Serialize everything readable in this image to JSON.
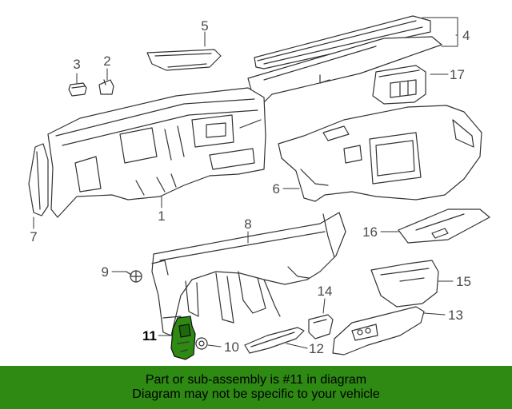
{
  "diagram": {
    "highlight_color": "#2e8a13",
    "callouts": [
      {
        "id": "1",
        "label": "1"
      },
      {
        "id": "2",
        "label": "2"
      },
      {
        "id": "3",
        "label": "3"
      },
      {
        "id": "4",
        "label": "4"
      },
      {
        "id": "5",
        "label": "5"
      },
      {
        "id": "6",
        "label": "6"
      },
      {
        "id": "7",
        "label": "7"
      },
      {
        "id": "8",
        "label": "8"
      },
      {
        "id": "9",
        "label": "9"
      },
      {
        "id": "10",
        "label": "10"
      },
      {
        "id": "11",
        "label": "11",
        "highlighted": true
      },
      {
        "id": "12",
        "label": "12"
      },
      {
        "id": "13",
        "label": "13"
      },
      {
        "id": "14",
        "label": "14"
      },
      {
        "id": "15",
        "label": "15"
      },
      {
        "id": "16",
        "label": "16"
      },
      {
        "id": "17",
        "label": "17"
      }
    ]
  },
  "banner": {
    "background": "#2e8a13",
    "line1": "Part or sub-assembly is #11 in diagram",
    "line2": "Diagram may not be specific to your vehicle"
  }
}
